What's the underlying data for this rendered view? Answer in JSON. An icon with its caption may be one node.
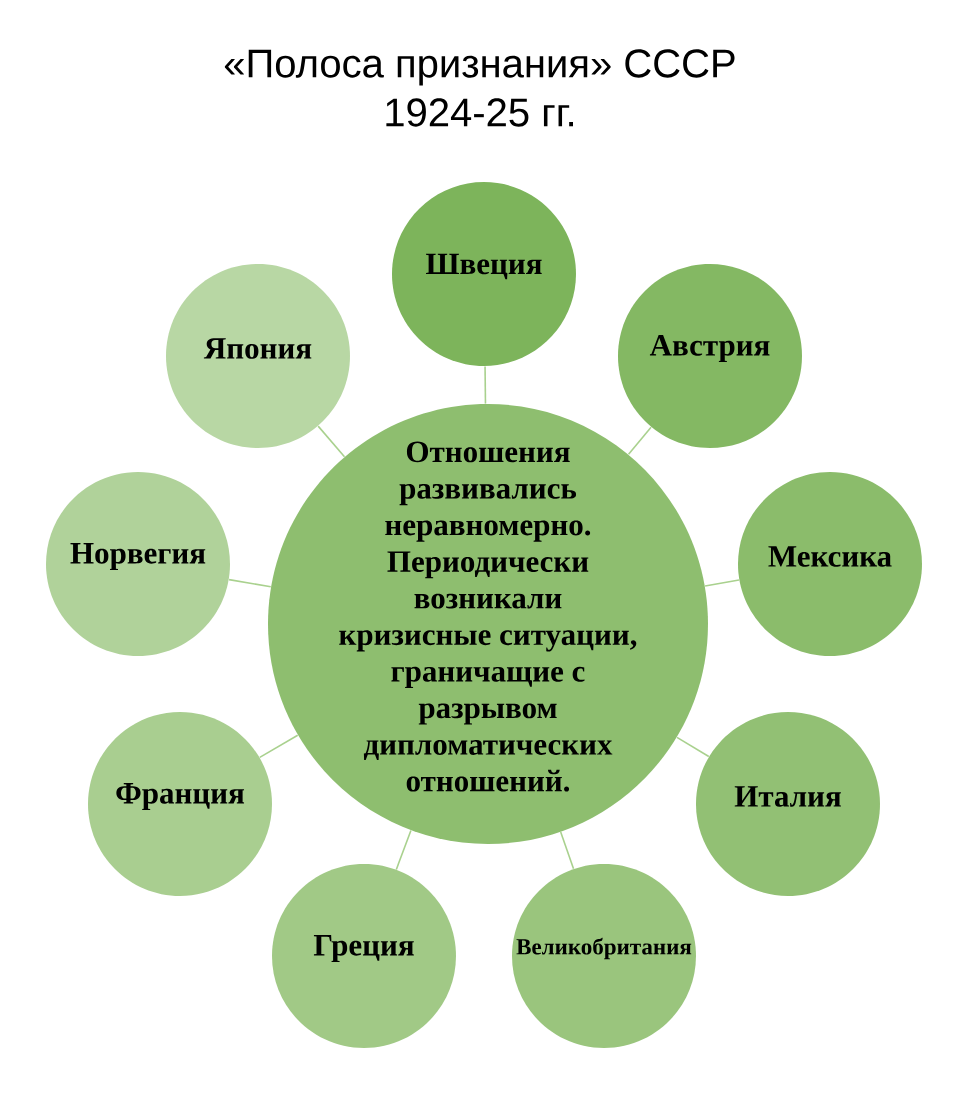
{
  "diagram": {
    "title": "«Полоса признания» СССР 1924-25 гг.",
    "nodes": [
      {
        "text": [
          "Отношения развивались неравномерно. Периодически возникали кризисные ситуации, граничащие с разрывом дипломатических отношений."
        ]
      },
      {
        "text": [
          "Швеция"
        ]
      },
      {
        "text": [
          "Австрия"
        ]
      },
      {
        "text": [
          "Мексика"
        ]
      },
      {
        "text": [
          "Италия"
        ]
      },
      {
        "text": [
          "Великобритания"
        ]
      },
      {
        "text": [
          "Греция"
        ]
      },
      {
        "text": [
          "Франция"
        ]
      },
      {
        "text": [
          "Норвегия"
        ]
      },
      {
        "text": [
          "Япония"
        ]
      }
    ],
    "edges": [
      {
        "from": 0,
        "to": 1,
        "arrow": "none"
      },
      {
        "from": 0,
        "to": 2,
        "arrow": "none"
      },
      {
        "from": 0,
        "to": 3,
        "arrow": "none"
      },
      {
        "from": 0,
        "to": 4,
        "arrow": "none"
      },
      {
        "from": 0,
        "to": 5,
        "arrow": "none"
      },
      {
        "from": 0,
        "to": 6,
        "arrow": "none"
      },
      {
        "from": 0,
        "to": 7,
        "arrow": "none"
      },
      {
        "from": 0,
        "to": 8,
        "arrow": "none"
      },
      {
        "from": 0,
        "to": 9,
        "arrow": "none"
      }
    ]
  }
}
